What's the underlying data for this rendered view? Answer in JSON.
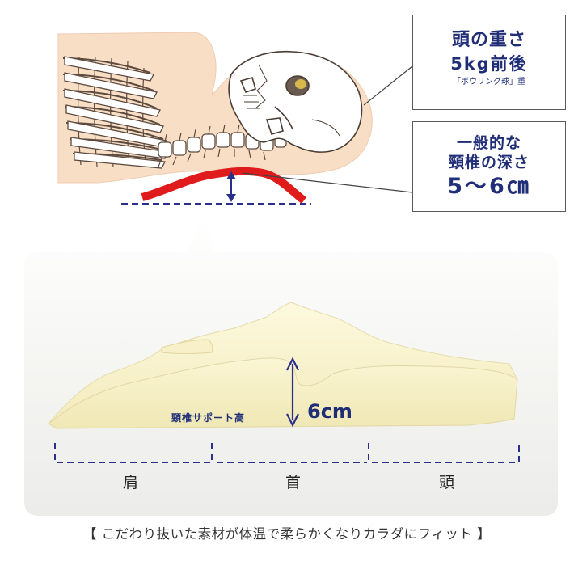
{
  "callout_weight": {
    "line1": "頭の重さ",
    "line2": "5kg前後",
    "line3": "「ボウリング球」重"
  },
  "callout_depth": {
    "line1": "一般的な",
    "line2": "頸椎の深さ",
    "line3": "5～6㎝"
  },
  "pillow": {
    "support_label": "頸椎サポート高",
    "height_label": "6cm"
  },
  "zones": {
    "shoulder": "肩",
    "neck": "首",
    "head": "頭"
  },
  "caption": "【 こだわり抜いた素材が体温で柔らかくなりカラダにフィット 】",
  "colors": {
    "navy": "#2a2f8c",
    "red_curve": "#e01b1b",
    "skin": "#f7dcc4",
    "pillow": "#f6f1c8",
    "panel_bg": "#f3f3f0"
  }
}
